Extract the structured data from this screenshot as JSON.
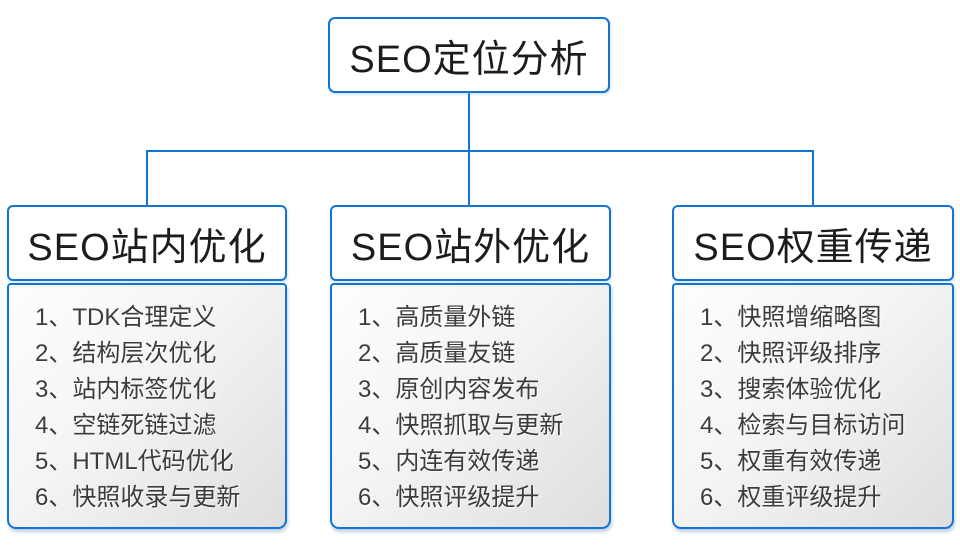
{
  "diagram": {
    "root": {
      "label": "SEO定位分析"
    },
    "columns": [
      {
        "title": "SEO站内优化",
        "items": [
          "1、TDK合理定义",
          "2、结构层次优化",
          "3、站内标签优化",
          "4、空链死链过滤",
          "5、HTML代码优化",
          "6、快照收录与更新"
        ]
      },
      {
        "title": "SEO站外优化",
        "items": [
          "1、高质量外链",
          "2、高质量友链",
          "3、原创内容发布",
          "4、快照抓取与更新",
          "5、内连有效传递",
          "6、快照评级提升"
        ]
      },
      {
        "title": "SEO权重传递",
        "items": [
          "1、快照增缩略图",
          "2、快照评级排序",
          "3、搜索体验优化",
          "4、检索与目标访问",
          "5、权重有效传递",
          "6、权重评级提升"
        ]
      }
    ],
    "colors": {
      "accent_blue": "#1176d3",
      "list_gradient_top": "#fefefe",
      "list_gradient_bottom": "#dedede",
      "text_dark": "#1c1c1c",
      "text_list": "#3c3c3c"
    }
  }
}
